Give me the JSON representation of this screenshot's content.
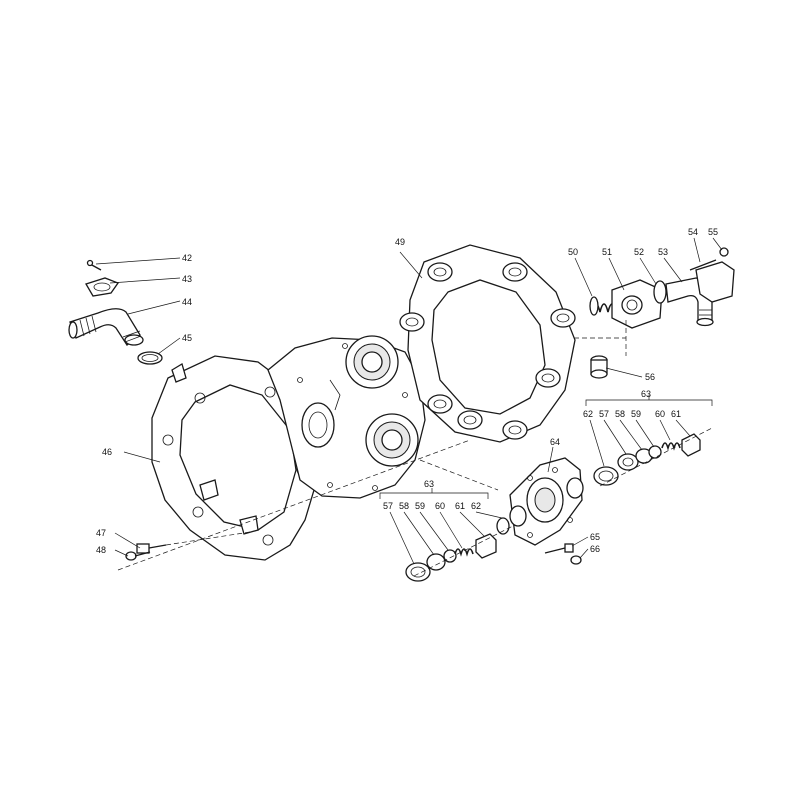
{
  "diagram": {
    "callouts": [
      {
        "id": "42",
        "text": "42"
      },
      {
        "id": "43",
        "text": "43"
      },
      {
        "id": "44",
        "text": "44"
      },
      {
        "id": "45",
        "text": "45"
      },
      {
        "id": "46",
        "text": "46"
      },
      {
        "id": "47",
        "text": "47"
      },
      {
        "id": "48",
        "text": "48"
      },
      {
        "id": "49",
        "text": "49"
      },
      {
        "id": "50",
        "text": "50"
      },
      {
        "id": "51",
        "text": "51"
      },
      {
        "id": "52",
        "text": "52"
      },
      {
        "id": "53",
        "text": "53"
      },
      {
        "id": "54",
        "text": "54"
      },
      {
        "id": "55",
        "text": "55"
      },
      {
        "id": "56",
        "text": "56"
      },
      {
        "id": "63a",
        "text": "63"
      },
      {
        "id": "62a",
        "text": "62"
      },
      {
        "id": "57a",
        "text": "57"
      },
      {
        "id": "58a",
        "text": "58"
      },
      {
        "id": "59a",
        "text": "59"
      },
      {
        "id": "60a",
        "text": "60"
      },
      {
        "id": "61a",
        "text": "61"
      },
      {
        "id": "64",
        "text": "64"
      },
      {
        "id": "63b",
        "text": "63"
      },
      {
        "id": "57b",
        "text": "57"
      },
      {
        "id": "58b",
        "text": "58"
      },
      {
        "id": "59b",
        "text": "59"
      },
      {
        "id": "60b",
        "text": "60"
      },
      {
        "id": "61b",
        "text": "61"
      },
      {
        "id": "62b",
        "text": "62"
      },
      {
        "id": "65",
        "text": "65"
      },
      {
        "id": "66",
        "text": "66"
      }
    ]
  }
}
